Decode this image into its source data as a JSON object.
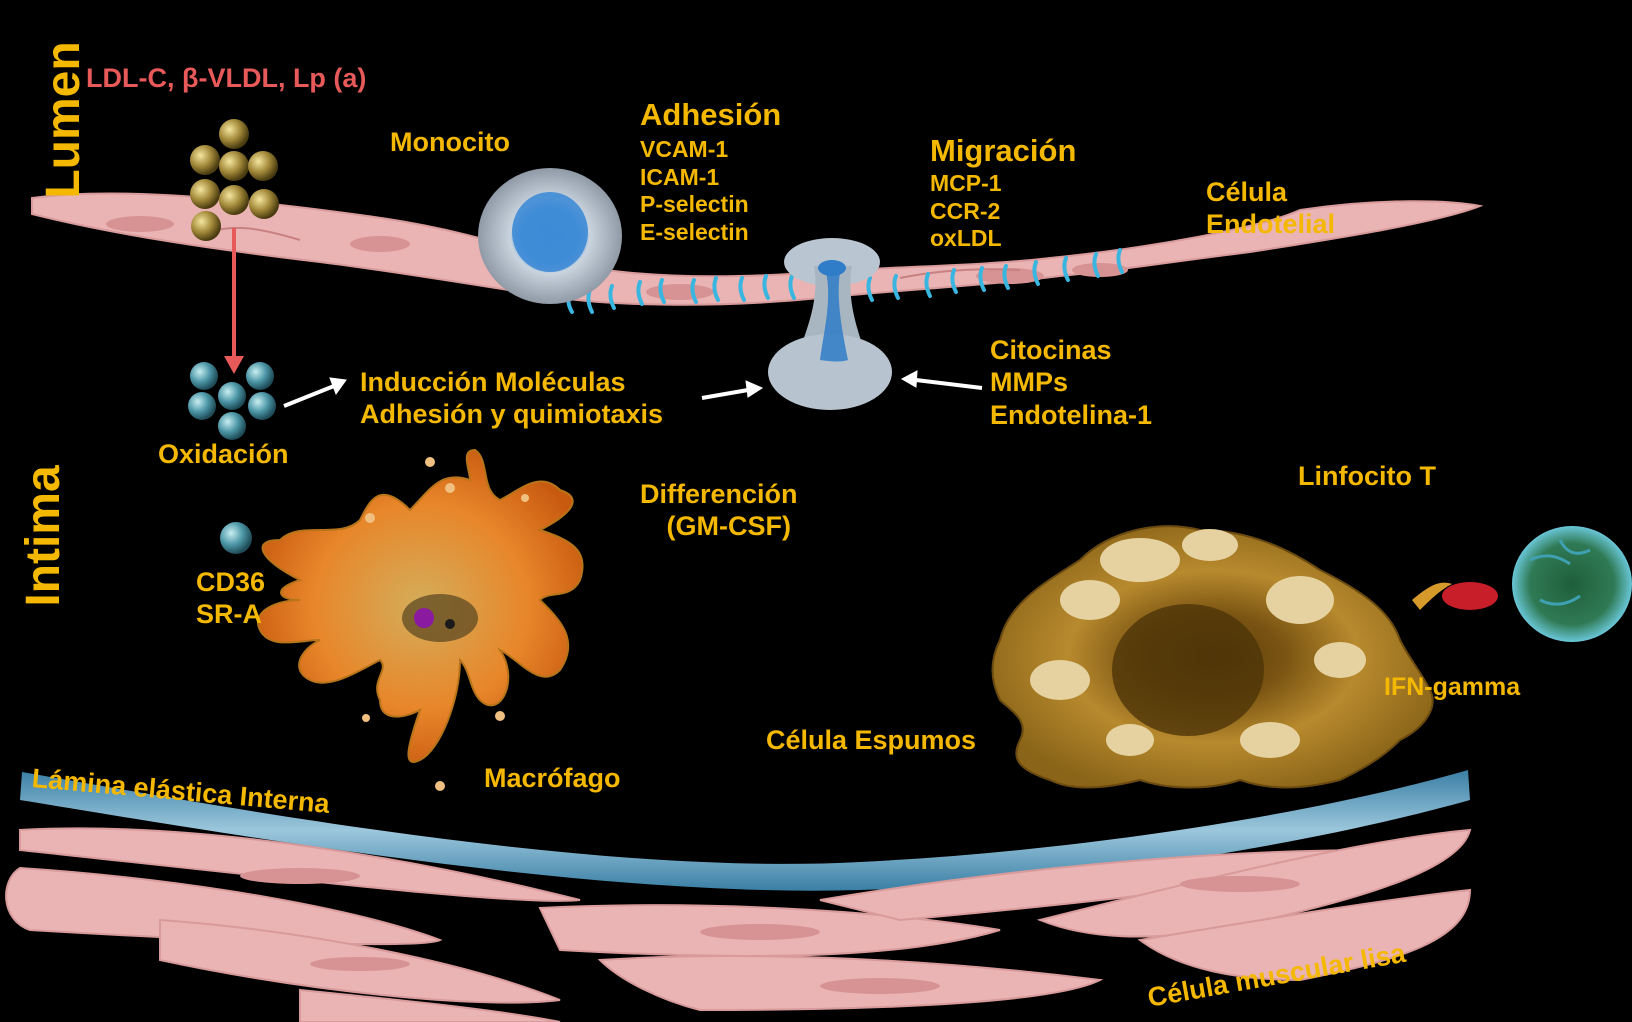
{
  "colors": {
    "label": "#f5b800",
    "accent_red": "#e85a5a",
    "background": "#000000",
    "cell_pink": "#eab4b4",
    "elastic_lamina": "#7fb3c9",
    "adhesion_molecules": "#38b6e0"
  },
  "labels": {
    "lumen": "Lumen",
    "intima": "Intima",
    "lipoproteins": "LDL-C, β-VLDL, Lp (a)",
    "monocyte": "Monocito",
    "adhesion": {
      "title": "Adhesión",
      "items": [
        "VCAM-1",
        "ICAM-1",
        "P-selectin",
        "E-selectin"
      ]
    },
    "migration": {
      "title": "Migración",
      "items": [
        "MCP-1",
        "CCR-2",
        "oxLDL"
      ]
    },
    "endothelial_cell": [
      "Célula",
      "Endotelial"
    ],
    "oxidation": "Oxidación",
    "induction": [
      "Inducción Moléculas",
      "Adhesión y quimiotaxis"
    ],
    "mediators": [
      "Citocinas",
      "MMPs",
      "Endotelina-1"
    ],
    "differentiation": [
      "Differención",
      "(GM-CSF)"
    ],
    "t_lymphocyte": "Linfocito T",
    "receptors": [
      "CD36",
      "SR-A"
    ],
    "macrophage": "Macrófago",
    "ifn": "IFN-gamma",
    "foam_cell": "Célula Espumos",
    "internal_elastic_lamina": "Lámina elástica Interna",
    "smooth_muscle": "Célula muscular lisa"
  },
  "icons": [
    "lipoprotein-particles-icon",
    "oxidized-ldl-particles-icon",
    "monocyte-cell-icon",
    "migrating-monocyte-icon",
    "macrophage-cell-icon",
    "foam-cell-icon",
    "t-lymphocyte-icon"
  ]
}
